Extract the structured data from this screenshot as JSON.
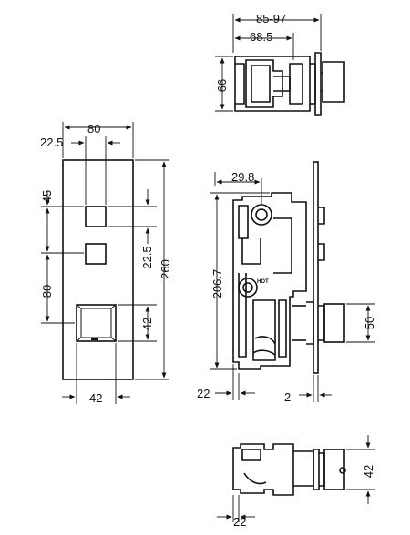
{
  "dimensions": {
    "top_overall_depth": "85-97",
    "top_body_depth": "68.5",
    "top_height": "66",
    "front_width": "80",
    "front_offset": "22.5",
    "front_button_gap": "45",
    "front_spacing_mid": "22.5",
    "front_spacing_low": "80",
    "front_height": "260",
    "front_square": "42",
    "front_bottom_width": "42",
    "side_inlet": "29.8",
    "side_height": "206.7",
    "side_rear": "22",
    "side_plate": "2",
    "side_handle": "50",
    "bottom_handle": "42",
    "bottom_depth": "22"
  },
  "markings": {
    "hot_label": "HOT"
  }
}
